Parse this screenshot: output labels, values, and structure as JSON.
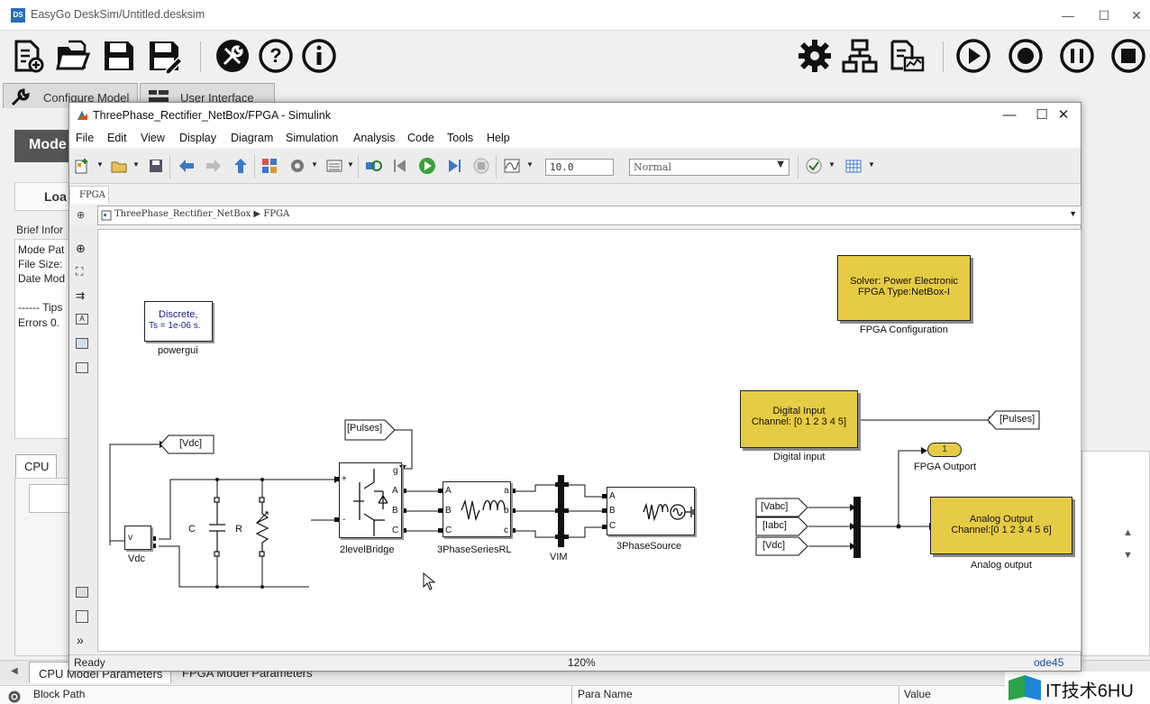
{
  "app": {
    "logo": "DS",
    "title": "EasyGo DeskSim/Untitled.desksim",
    "window_controls": {
      "minimize": "—",
      "maximize": "☐",
      "close": "✕"
    },
    "toolbar_icons": [
      "new-file-icon",
      "open-folder-icon",
      "save-icon",
      "save-as-icon",
      "tools-icon",
      "help-icon",
      "info-icon",
      "settings-gear-icon",
      "network-icon",
      "report-icon",
      "run-icon",
      "stop-icon",
      "pause-icon",
      "stop-square-icon"
    ],
    "tabs": [
      {
        "label": "Configure Model"
      },
      {
        "label": "User Interface"
      }
    ],
    "mode_button": "Mode",
    "load_button": "Loa",
    "brief_label": "Brief Infor",
    "brief_lines": [
      "Mode Pat",
      "File Size:",
      "Date Mod",
      "",
      "------ Tips",
      "Errors 0."
    ],
    "cpu_tab": "CPU",
    "bottom_tabs": [
      "CPU Model Parameters",
      "FPGA Model Parameters"
    ],
    "status_cols": {
      "block_path": "Block Path",
      "para_name": "Para Name",
      "value": "Value"
    }
  },
  "watermark": {
    "text": "IT技术6HU"
  },
  "simulink": {
    "title": "ThreePhase_Rectifier_NetBox/FPGA - Simulink",
    "controls": {
      "minimize": "—",
      "maximize": "☐",
      "close": "✕"
    },
    "menu": [
      "File",
      "Edit",
      "View",
      "Display",
      "Diagram",
      "Simulation",
      "Analysis",
      "Code",
      "Tools",
      "Help"
    ],
    "stop_time": "10.0",
    "sim_mode": "Normal",
    "model_tab": "FPGA",
    "breadcrumb": [
      "ThreePhase_Rectifier_NetBox",
      "FPGA"
    ],
    "status": {
      "left": "Ready",
      "zoom": "120%",
      "solver": "ode45"
    }
  },
  "diagram": {
    "powergui": {
      "line1": "Discrete,",
      "line2": "Ts = 1e-06 s.",
      "label": "powergui"
    },
    "fpga_config": {
      "line1": "Solver: Power Electronic",
      "line2": "FPGA Type:NetBox-I",
      "label": "FPGA Configuration"
    },
    "digital_input": {
      "line1": "Digital Input",
      "line2": "Channel: [0 1 2 3 4 5]",
      "label": "Digital input"
    },
    "analog_output": {
      "line1": "Analog Output",
      "line2": "Channel:[0 1 2 3 4 5 6]",
      "label": "Analog output"
    },
    "fpga_outport": {
      "number": "1",
      "label": "FPGA Outport"
    },
    "tags": {
      "vdc_goto": "[Vdc]",
      "pulses_from": "[Pulses]",
      "pulses_goto": "[Pulses]",
      "vabc": "[Vabc]",
      "iabc": "[Iabc]",
      "vdc_from": "[Vdc]"
    },
    "vdc_block": {
      "port": "v",
      "label": "Vdc"
    },
    "cap_label": "C",
    "res_label": "R",
    "bridge": {
      "label": "2levelBridge",
      "ports_in": [
        "+",
        "-"
      ],
      "ports_out": [
        "g",
        "A",
        "B",
        "C"
      ]
    },
    "rl": {
      "label": "3PhaseSeriesRL",
      "ports_in": [
        "A",
        "B",
        "C"
      ],
      "ports_out": [
        "a",
        "b",
        "c"
      ]
    },
    "vim": {
      "label": "VIM"
    },
    "source": {
      "label": "3PhaseSource",
      "ports": [
        "A",
        "B",
        "C"
      ]
    }
  }
}
